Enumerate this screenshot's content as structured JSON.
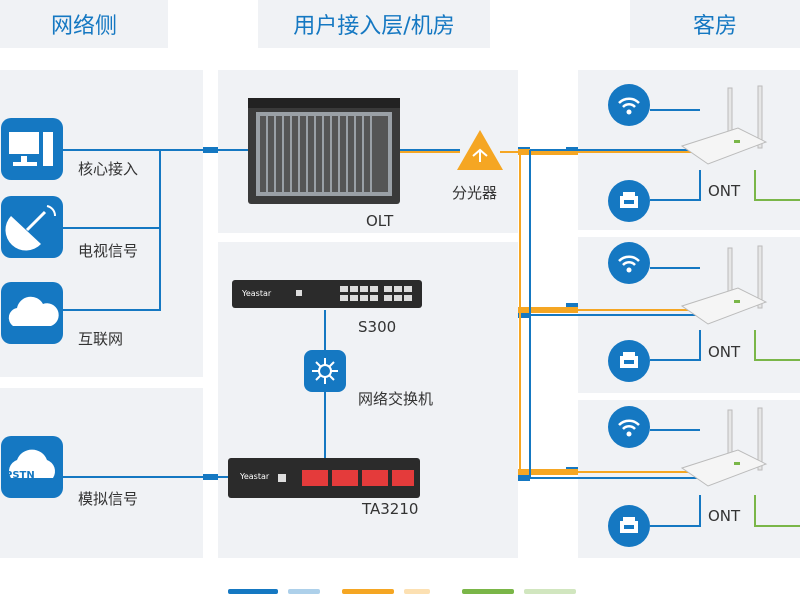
{
  "headers": {
    "network_side": "网络侧",
    "access_layer": "用户接入层/机房",
    "guest_room": "客房"
  },
  "network": {
    "core_access": "核心接入",
    "tv_signal": "电视信号",
    "internet": "互联网",
    "analog_signal": "模拟信号",
    "pstn_badge": "PSTN"
  },
  "access": {
    "olt": "OLT",
    "splitter": "分光器",
    "s300": "S300",
    "switch": "网络交换机",
    "ta3210": "TA3210",
    "brand": "Yeastar"
  },
  "rooms": [
    {
      "ont": "ONT"
    },
    {
      "ont": "ONT"
    },
    {
      "ont": "ONT"
    }
  ],
  "colors": {
    "blue": "#1578c2",
    "orange": "#f5a623",
    "green": "#7ab648",
    "panel": "#f0f2f5"
  }
}
